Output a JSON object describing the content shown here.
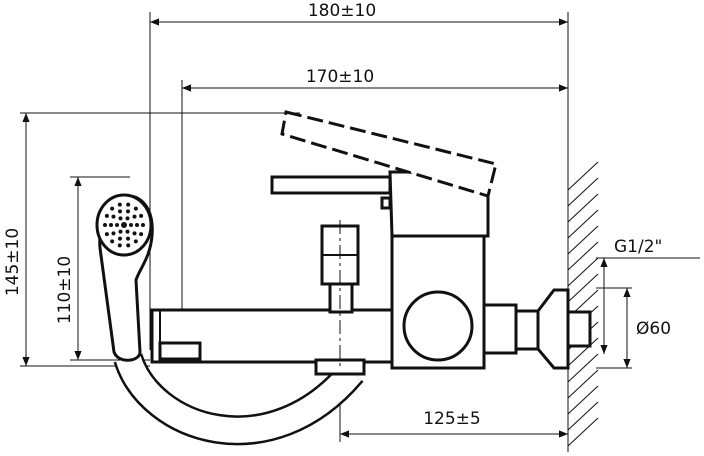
{
  "drawing": {
    "dimensions": {
      "total_length": "180±10",
      "spout_length": "170±10",
      "total_height": "145±10",
      "shower_holder_height": "110±10",
      "spout_to_wall": "125±5",
      "thread": "G1/2\"",
      "wall_flange_diameter": "Ø60"
    }
  }
}
